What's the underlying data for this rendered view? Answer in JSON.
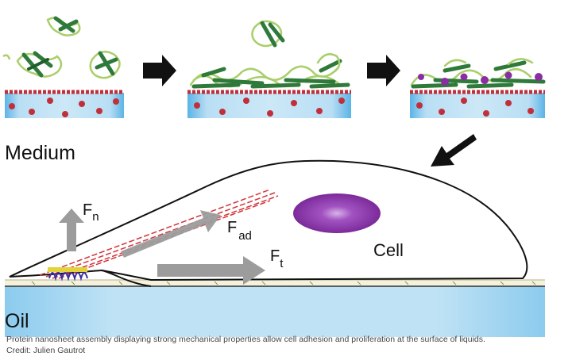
{
  "labels": {
    "medium": "Medium",
    "oil": "Oil",
    "cell": "Cell",
    "fn_main": "F",
    "fn_sub": "n",
    "fad_main": "F",
    "fad_sub": "ad",
    "ft_main": "F",
    "ft_sub": "t"
  },
  "caption": {
    "text": "Protein nanosheet assembly displaying strong mechanical properties allow cell adhesion and proliferation at the surface of liquids.",
    "credit": "Credit: Julien Gautrot"
  },
  "colors": {
    "oil_light": "#c5e4f5",
    "oil_dark": "#7cc2ea",
    "protein_green": "#2f7a3a",
    "protein_light": "#a9cf6a",
    "sphere_red": "#c0303a",
    "purple": "#8a2da3",
    "arrow_gray": "#9c9c9c"
  },
  "icons": {
    "step_arrow": "right-arrow-icon",
    "down_arrow": "down-left-arrow-icon"
  }
}
